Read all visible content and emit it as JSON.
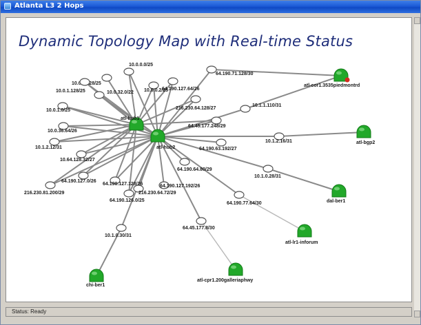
{
  "window": {
    "title": "Atlanta L3 2 Hops"
  },
  "map": {
    "title": "Dynamic Topology Map with Real-time Status"
  },
  "status_bar": {
    "text": "Status: Ready"
  },
  "colors": {
    "router_green": "#22a82a",
    "alert_red": "#d42a1f",
    "link_gray": "#8a8a8a",
    "subnet_fill": "#ffffff"
  },
  "devices": [
    {
      "id": "hub-a",
      "label": "atl-hub1",
      "icon": "router-icon",
      "status": "up"
    },
    {
      "id": "hub-b",
      "label": "atl-hub2",
      "icon": "router-icon",
      "status": "up"
    },
    {
      "id": "atl-cor1",
      "label": "atl-cor1.3535piedmontrd",
      "icon": "router-icon",
      "status": "alert"
    },
    {
      "id": "atl-bgp2",
      "label": "atl-bgp2",
      "icon": "router-icon",
      "status": "up"
    },
    {
      "id": "dal-ber1",
      "label": "dal-ber1",
      "icon": "router-icon",
      "status": "up"
    },
    {
      "id": "atl-lr1",
      "label": "atl-lr1-inforum",
      "icon": "router-icon",
      "status": "up"
    },
    {
      "id": "atl-cpr1",
      "label": "atl-cpr1.200galleriaphwy",
      "icon": "router-icon",
      "status": "up"
    },
    {
      "id": "chi-ber1",
      "label": "chi-ber1",
      "icon": "router-icon",
      "status": "up"
    }
  ],
  "subnets": [
    {
      "id": "s1",
      "label": "10.0.0.0/25"
    },
    {
      "id": "s2",
      "label": "10.0.0.128/25"
    },
    {
      "id": "s3",
      "label": "10.0.1.128/25"
    },
    {
      "id": "s4",
      "label": "10.0.0.2/25"
    },
    {
      "id": "s5",
      "label": "64.190.127.64/26"
    },
    {
      "id": "s6",
      "label": "64.190.71.128/30"
    },
    {
      "id": "s7",
      "label": "10.0.32.0/22"
    },
    {
      "id": "s8",
      "label": "10.0.1.0/25"
    },
    {
      "id": "s9",
      "label": "216.230.64.128/27"
    },
    {
      "id": "s10",
      "label": "10.1.1.110/31"
    },
    {
      "id": "s11",
      "label": "64.45.177.248/29"
    },
    {
      "id": "s12",
      "label": "10.0.36.64/26"
    },
    {
      "id": "s13",
      "label": "10.1.2.12/31"
    },
    {
      "id": "s14",
      "label": "10.64.128.32/27"
    },
    {
      "id": "s15",
      "label": "64.190.63.192/27"
    },
    {
      "id": "s16",
      "label": "10.1.2.16/31"
    },
    {
      "id": "s17",
      "label": "64.190.64.80/29"
    },
    {
      "id": "s18",
      "label": "10.1.0.28/31"
    },
    {
      "id": "s19",
      "label": "216.230.81.200/29"
    },
    {
      "id": "s20",
      "label": "64.190.127.0/26"
    },
    {
      "id": "s21",
      "label": "64.190.127.128/26"
    },
    {
      "id": "s22",
      "label": "64.190.127.192/26"
    },
    {
      "id": "s23",
      "label": "216.230.64.72/29"
    },
    {
      "id": "s24",
      "label": "64.190.126.0/25"
    },
    {
      "id": "s25",
      "label": "64.190.77.64/30"
    },
    {
      "id": "s26",
      "label": "64.45.177.8/30"
    },
    {
      "id": "s27",
      "label": "10.1.0.30/31"
    }
  ],
  "links": [
    [
      "hub-a",
      "s1"
    ],
    [
      "hub-a",
      "s2"
    ],
    [
      "hub-a",
      "s3"
    ],
    [
      "hub-a",
      "s4"
    ],
    [
      "hub-a",
      "s5"
    ],
    [
      "hub-a",
      "s7"
    ],
    [
      "hub-a",
      "s8"
    ],
    [
      "hub-a",
      "s12"
    ],
    [
      "hub-a",
      "s13"
    ],
    [
      "hub-a",
      "s14"
    ],
    [
      "hub-a",
      "s19"
    ],
    [
      "hub-a",
      "s20"
    ],
    [
      "hub-a",
      "s21"
    ],
    [
      "hub-a",
      "s24"
    ],
    [
      "hub-a",
      "s9"
    ],
    [
      "hub-a",
      "s11"
    ],
    [
      "hub-a",
      "hub-b"
    ],
    [
      "hub-b",
      "s1"
    ],
    [
      "hub-b",
      "s3"
    ],
    [
      "hub-b",
      "s4"
    ],
    [
      "hub-b",
      "s5"
    ],
    [
      "hub-b",
      "s6"
    ],
    [
      "hub-b",
      "s7"
    ],
    [
      "hub-b",
      "s8"
    ],
    [
      "hub-b",
      "s9"
    ],
    [
      "hub-b",
      "s10"
    ],
    [
      "hub-b",
      "s11"
    ],
    [
      "hub-b",
      "s12"
    ],
    [
      "hub-b",
      "s13"
    ],
    [
      "hub-b",
      "s14"
    ],
    [
      "hub-b",
      "s15"
    ],
    [
      "hub-b",
      "s16"
    ],
    [
      "hub-b",
      "s17"
    ],
    [
      "hub-b",
      "s18"
    ],
    [
      "hub-b",
      "s19"
    ],
    [
      "hub-b",
      "s20"
    ],
    [
      "hub-b",
      "s21"
    ],
    [
      "hub-b",
      "s22"
    ],
    [
      "hub-b",
      "s23"
    ],
    [
      "hub-b",
      "s24"
    ],
    [
      "hub-b",
      "s25"
    ],
    [
      "hub-b",
      "s26"
    ],
    [
      "hub-b",
      "s27"
    ],
    [
      "s6",
      "atl-cor1"
    ],
    [
      "s10",
      "atl-cor1"
    ],
    [
      "s16",
      "atl-bgp2"
    ],
    [
      "s18",
      "dal-ber1"
    ],
    [
      "s25",
      "atl-lr1"
    ],
    [
      "s26",
      "atl-cpr1"
    ],
    [
      "s27",
      "chi-ber1"
    ]
  ]
}
